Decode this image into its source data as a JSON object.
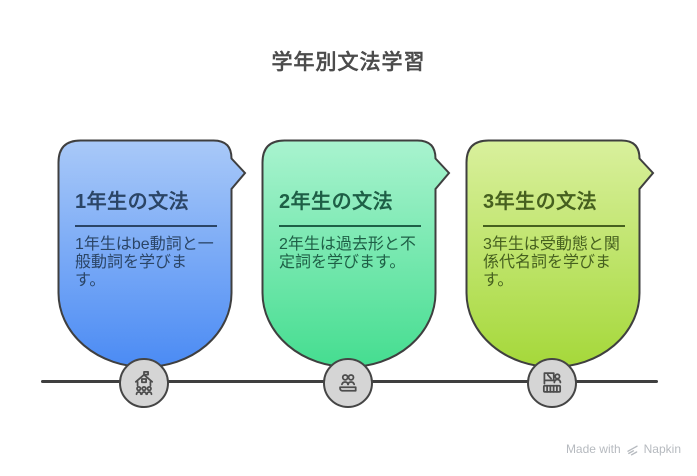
{
  "title": "学年別文法学習",
  "cards": [
    {
      "heading": "1年生の文法",
      "body": "1年生はbe動詞と一般動詞を学びます。",
      "icon": "school-icon",
      "colors": {
        "top": "#a9c9f8",
        "bottom": "#4b8bf4",
        "ink": "#2b4566"
      }
    },
    {
      "heading": "2年生の文法",
      "body": "2年生は過去形と不定詞を学びます。",
      "icon": "students-icon",
      "colors": {
        "top": "#a9f3cf",
        "bottom": "#45dd90",
        "ink": "#1e5f46"
      }
    },
    {
      "heading": "3年生の文法",
      "body": "3年生は受動態と関係代名詞を学びます。",
      "icon": "lecture-icon",
      "colors": {
        "top": "#d9f09d",
        "bottom": "#a5d83a",
        "ink": "#46601f"
      }
    }
  ],
  "watermark": {
    "prefix": "Made with",
    "brand": "Napkin"
  },
  "colors": {
    "background": "#ffffff",
    "outline": "#3f3f3f",
    "title_text": "#4c4c4c",
    "circle_fill": "#d5d5d5",
    "icon_stroke": "#4d4d4d",
    "watermark_text": "#b6babf"
  }
}
